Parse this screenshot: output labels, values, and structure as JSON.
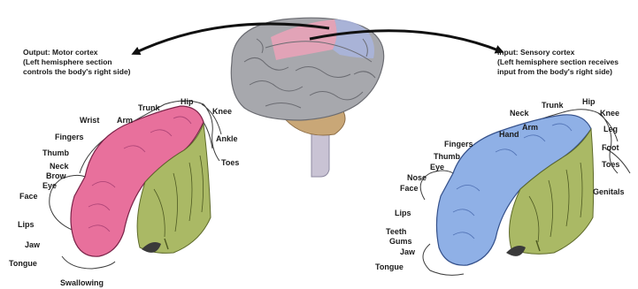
{
  "motor": {
    "caption_line1": "Output: Motor cortex",
    "caption_line2": "(Left hemisphere section",
    "caption_line3": "controls the body's right side)",
    "labels": [
      "Trunk",
      "Hip",
      "Knee",
      "Wrist",
      "Arm",
      "Fingers",
      "Thumb",
      "Neck",
      "Brow",
      "Eye",
      "Ankle",
      "Toes",
      "Face",
      "Lips",
      "Jaw",
      "Tongue",
      "Swallowing"
    ]
  },
  "sensory": {
    "caption_line1": "Input: Sensory cortex",
    "caption_line2": "(Left hemisphere section receives",
    "caption_line3": "input from the body's right side)",
    "labels": [
      "Trunk",
      "Hip",
      "Neck",
      "Knee",
      "Arm",
      "Leg",
      "Hand",
      "Fingers",
      "Foot",
      "Thumb",
      "Toes",
      "Eye",
      "Nose",
      "Face",
      "Genitals",
      "Lips",
      "Teeth",
      "Gums",
      "Jaw",
      "Tongue"
    ]
  },
  "colors": {
    "motor_strip": "#e8709c",
    "sensory_strip": "#8fb0e6",
    "brain_gray": "#a7a8ad",
    "motor_band": "#e9a2b8",
    "sensory_band": "#aab4dc",
    "inner_matter": "#aab965"
  }
}
